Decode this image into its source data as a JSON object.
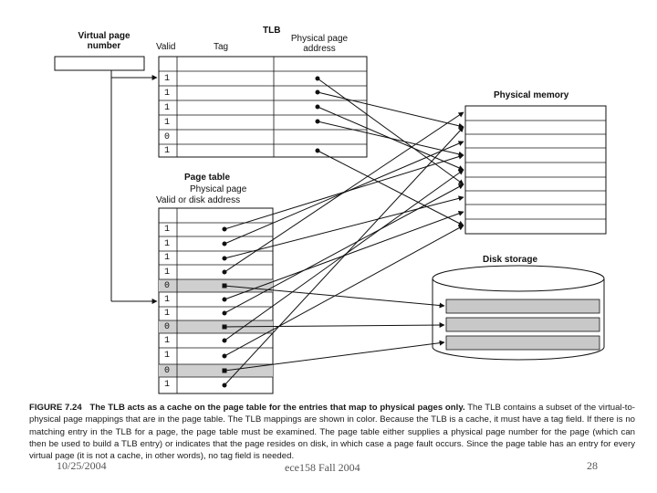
{
  "labels": {
    "virtual_page_number": [
      "Virtual page",
      "number"
    ],
    "tlb_title": "TLB",
    "tlb_valid": "Valid",
    "tlb_tag": "Tag",
    "tlb_phys_addr": [
      "Physical page",
      "address"
    ],
    "physical_memory": "Physical memory",
    "page_table_title": "Page table",
    "pt_phys_page": "Physical page",
    "pt_valid_or_disk": "Valid or disk address",
    "disk_storage": "Disk storage"
  },
  "tlb_valid_bits": [
    "1",
    "1",
    "1",
    "1",
    "0",
    "1"
  ],
  "page_table_valid_bits": [
    "1",
    "1",
    "1",
    "1",
    "0",
    "1",
    "1",
    "0",
    "1",
    "1",
    "0",
    "1"
  ],
  "caption": {
    "figure_label": "FIGURE 7.24",
    "title": "The TLB acts as a cache on the page table for the entries that map to physical pages only.",
    "body": "The TLB contains a subset of the virtual-to-physical page mappings that are in the page table. The TLB mappings are shown in color. Because the TLB is a cache, it must have a tag field. If there is no matching entry in the TLB for a page, the page table must be examined. The page table either supplies a physical page number for the page (which can then be used to build a TLB entry) or indicates that the page resides on disk, in which case a page fault occurs. Since the page table has an entry for every virtual page (it is not a cache, in other words), no tag field is needed."
  },
  "footer": {
    "date": "10/25/2004",
    "course": "ece158 Fall 2004",
    "page": "28"
  },
  "colors": {
    "line": "#111111",
    "shaded_row": "#cfcfcf",
    "disk_slot": "#c8c8c8"
  }
}
